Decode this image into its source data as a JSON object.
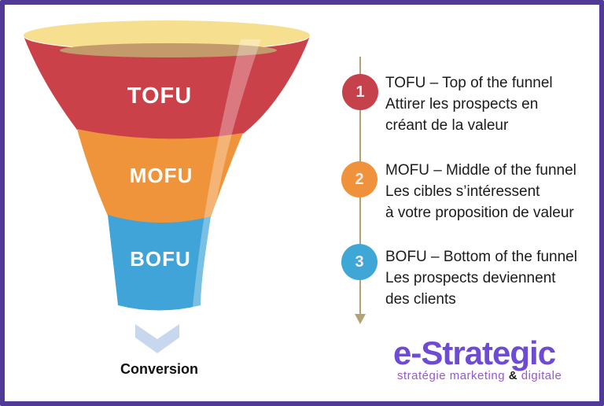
{
  "frame": {
    "border_color": "#513A97",
    "background": "#FFFFFF"
  },
  "funnel": {
    "stages": [
      {
        "label": "TOFU",
        "color": "#CB4149"
      },
      {
        "label": "MOFU",
        "color": "#F0943B"
      },
      {
        "label": "BOFU",
        "color": "#41A4D8"
      }
    ],
    "rim_color": "#F7DF90",
    "interior_color": "#C29A6B",
    "highlight_color": "#FFFFFF",
    "arrow_color": "#C6D7EE",
    "arrow_label": "Conversion"
  },
  "timeline": {
    "line_color": "#B2A276",
    "items": [
      {
        "number": "1",
        "color": "#C5424C",
        "lines": [
          "TOFU – Top of the funnel",
          "Attirer les prospects en",
          "créant de la valeur"
        ]
      },
      {
        "number": "2",
        "color": "#F0913B",
        "lines": [
          "MOFU – Middle of the funnel",
          "Les cibles s’intéressent",
          "à votre proposition de valeur"
        ]
      },
      {
        "number": "3",
        "color": "#3FA7D6",
        "lines": [
          "BOFU – Bottom of the funnel",
          "Les prospects deviennent",
          "des clients"
        ]
      }
    ]
  },
  "logo": {
    "name": "e-Strategic",
    "tagline_left": "stratégie marketing ",
    "tagline_amp": "&",
    "tagline_right": " digitale",
    "color": "#6D4BD3",
    "tagline_color": "#9A55D4"
  }
}
